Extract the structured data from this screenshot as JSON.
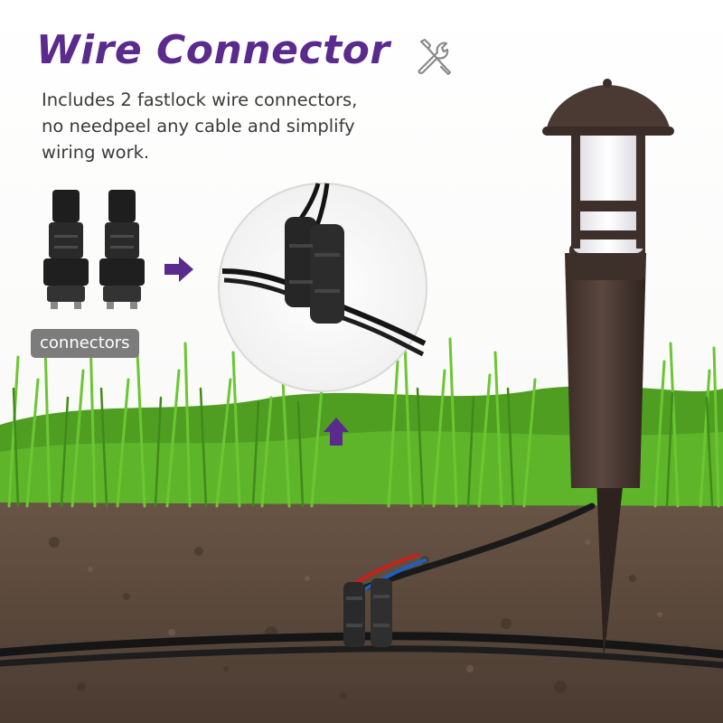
{
  "header": {
    "title": "Wire Connector",
    "tools_icon": "wrench-screwdriver-icon",
    "description_lines": [
      "Includes 2 fastlock wire connectors,",
      "no needpeel any cable and simplify",
      "wiring work."
    ]
  },
  "connectors_label": "connectors",
  "arrows": [
    "arrow-right-icon",
    "arrow-up-icon"
  ],
  "colors": {
    "title": "#5a2b8c",
    "arrow": "#5a2b8c",
    "grass": "#5fb52a",
    "soil": "#5b4a3d",
    "light_fixture": "#4a3a33",
    "badge": "#7c7c7c"
  }
}
